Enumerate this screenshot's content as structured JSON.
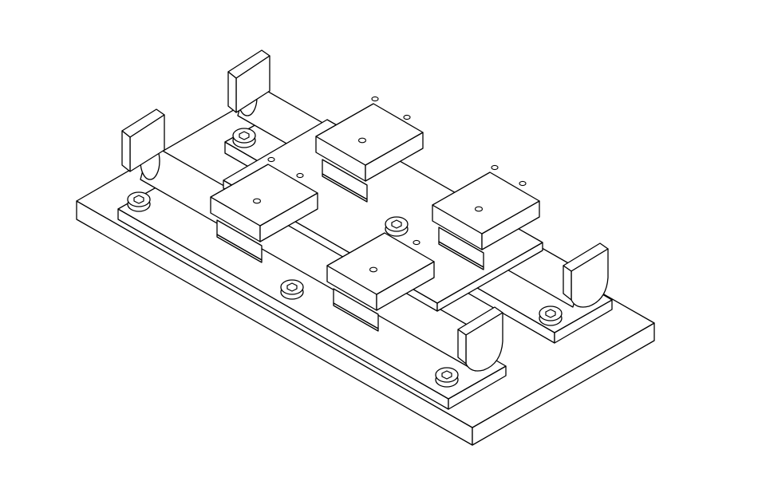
{
  "drawing": {
    "subject": "",
    "line_color": "#000000",
    "background_color": "#ffffff",
    "rails": 2,
    "carriages": 4,
    "cap_screws": 6
  }
}
